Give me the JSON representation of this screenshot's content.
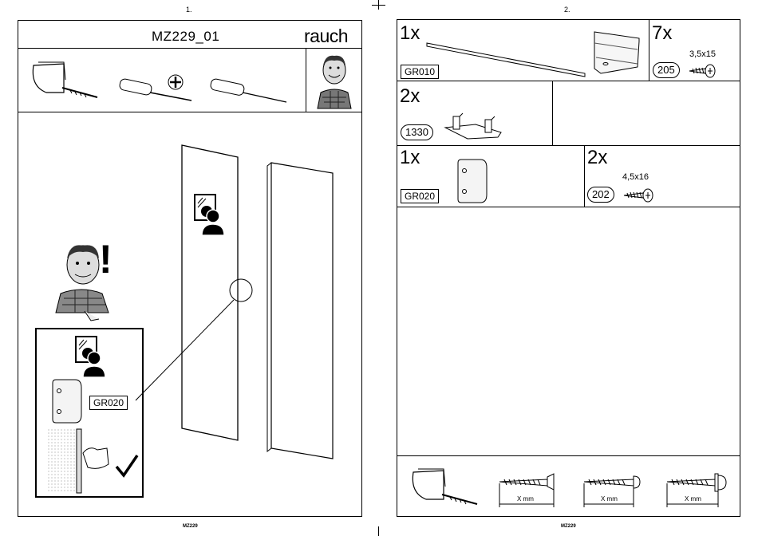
{
  "left_page": {
    "page_number": "1.",
    "title": "MZ229_01",
    "brand": "rauch",
    "warning_symbol": "!",
    "callout_part": "GR020",
    "footer": "MZ229"
  },
  "right_page": {
    "page_number": "2.",
    "parts": [
      {
        "qty": "1x",
        "code": "GR010"
      },
      {
        "qty": "7x",
        "code": "205",
        "size": "3,5x15"
      },
      {
        "qty": "2x",
        "code": "1330"
      },
      {
        "qty": "1x",
        "code": "GR020"
      },
      {
        "qty": "2x",
        "code": "202",
        "size": "4,5x16"
      }
    ],
    "dimension_labels": [
      "X mm",
      "X mm",
      "X mm"
    ],
    "footer": "MZ229"
  },
  "colors": {
    "line": "#000000",
    "background": "#ffffff",
    "shading": "#cccccc"
  },
  "icons": [
    "fitting-icon",
    "phillips-screwdriver-icon",
    "phillips-cross-icon",
    "flat-screwdriver-icon",
    "assembler-person-icon",
    "mirror-person-icon",
    "hinge-plate-icon",
    "rail-icon",
    "screw-icon",
    "checkmark-icon"
  ]
}
